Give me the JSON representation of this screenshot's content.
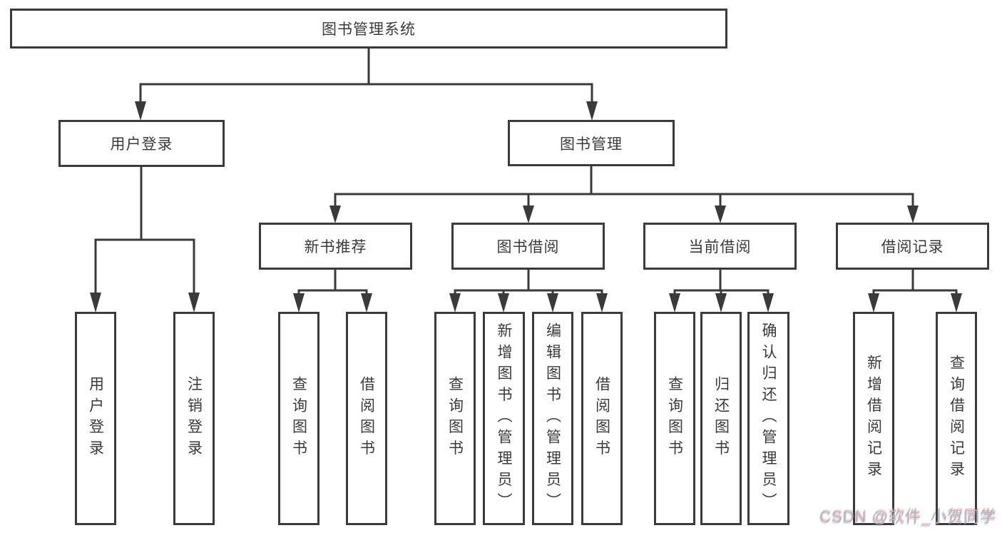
{
  "tree": {
    "label": "图书管理系统",
    "children": [
      {
        "label": "用户登录",
        "children": [
          {
            "label": "用户登录"
          },
          {
            "label": "注销登录"
          }
        ]
      },
      {
        "label": "图书管理",
        "children": [
          {
            "label": "新书推荐",
            "children": [
              {
                "label": "查询图书"
              },
              {
                "label": "借阅图书"
              }
            ]
          },
          {
            "label": "图书借阅",
            "children": [
              {
                "label": "查询图书"
              },
              {
                "label": "新增图书（管理员）"
              },
              {
                "label": "编辑图书（管理员）"
              },
              {
                "label": "借阅图书"
              }
            ]
          },
          {
            "label": "当前借阅",
            "children": [
              {
                "label": "查询图书"
              },
              {
                "label": "归还图书"
              },
              {
                "label": "确认归还（管理员）"
              }
            ]
          },
          {
            "label": "借阅记录",
            "children": [
              {
                "label": "新增借阅记录"
              },
              {
                "label": "查询借阅记录"
              }
            ]
          }
        ]
      }
    ]
  },
  "watermark": {
    "text": "CSDN @软件_小贺同学"
  },
  "colors": {
    "line": "#3a3a3a",
    "box_border": "#3b3b3b",
    "box_fill": "#ffffff",
    "text": "#3a3a3a",
    "watermark": "#b6b6b6"
  }
}
